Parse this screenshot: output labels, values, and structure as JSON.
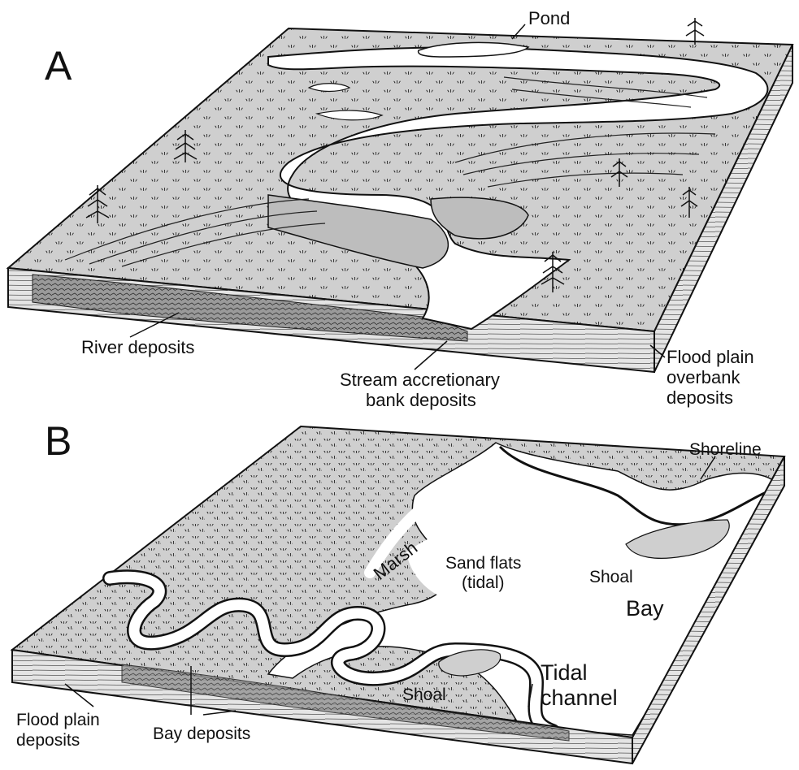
{
  "panel_a": {
    "letter": "A",
    "labels": {
      "pond": "Pond",
      "river_deposits": "River deposits",
      "stream_1": "Stream accretionary",
      "stream_2": "bank deposits",
      "flood_1": "Flood plain",
      "flood_2": "overbank",
      "flood_3": "deposits"
    }
  },
  "panel_b": {
    "letter": "B",
    "labels": {
      "shoreline": "Shoreline",
      "marsh": "Marsh",
      "sand_1": "Sand flats",
      "sand_2": "(tidal)",
      "shoal_upper": "Shoal",
      "bay": "Bay",
      "shoal_lower": "Shoal",
      "tidal_1": "Tidal",
      "tidal_2": "channel",
      "flood_1": "Flood plain",
      "flood_2": "deposits",
      "bay_deposits": "Bay deposits"
    }
  },
  "colors": {
    "land": "#cfcfcf",
    "water": "#ffffff",
    "ink": "#111111",
    "strata_light": "#e6e6e6",
    "strata_dark": "#8a8a8a"
  }
}
